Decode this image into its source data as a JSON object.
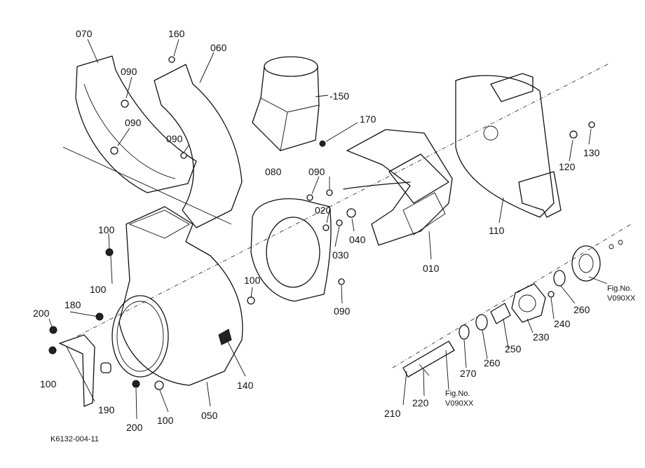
{
  "labels": {
    "p070": "070",
    "p160": "160",
    "p060": "060",
    "p150": "-150",
    "p090a": "090",
    "p090b": "090",
    "p090c": "090",
    "p170": "170",
    "p080": "080",
    "p090d": "090",
    "p020": "020",
    "p040": "040",
    "p030": "030",
    "p010": "010",
    "p110": "110",
    "p120": "120",
    "p130": "130",
    "p100a": "100",
    "p100b": "100",
    "p100c": "100",
    "p100d": "100",
    "p100e": "100",
    "p200a": "200",
    "p200b": "200",
    "p180": "180",
    "p190": "190",
    "p050": "050",
    "p140": "140",
    "p090e": "090",
    "p210": "210",
    "p220": "220",
    "p270": "270",
    "p260a": "260",
    "p250": "250",
    "p230": "230",
    "p240": "240",
    "p260b": "260",
    "fig1a": "Fig.No.",
    "fig1b": "V090XX",
    "fig2a": "Fig.No.",
    "fig2b": "V090XX",
    "drawing_code": "K6132-004-11"
  }
}
